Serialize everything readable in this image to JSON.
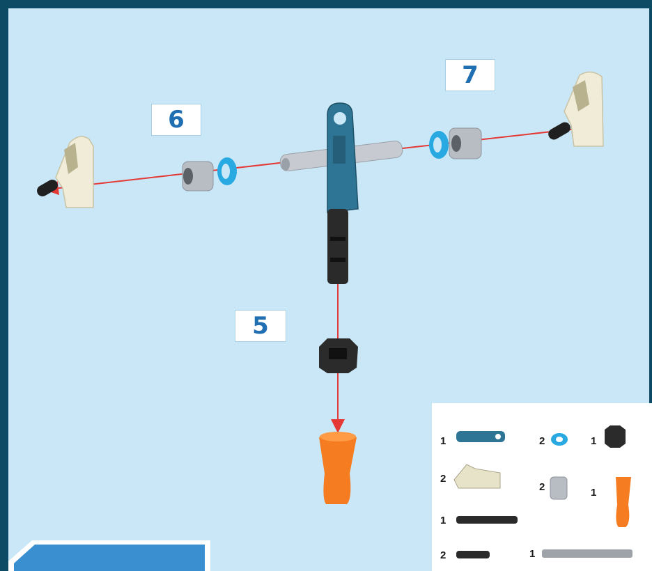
{
  "steps": {
    "five": "5",
    "six": "6",
    "seven": "7"
  },
  "parts_list": {
    "items": [
      {
        "qty": "1",
        "part": "blue-lever-icon"
      },
      {
        "qty": "2",
        "part": "blue-ring-icon"
      },
      {
        "qty": "1",
        "part": "black-nut-icon"
      },
      {
        "qty": "2",
        "part": "cream-connector-icon"
      },
      {
        "qty": "2",
        "part": "gray-bushing-icon"
      },
      {
        "qty": "1",
        "part": "orange-cone-icon"
      },
      {
        "qty": "1",
        "part": "long-black-pin-icon"
      },
      {
        "qty": "2",
        "part": "short-black-pin-icon"
      },
      {
        "qty": "1",
        "part": "long-gray-axle-icon"
      }
    ]
  },
  "colors": {
    "background": "#c9e7f7",
    "frame": "#0d4a63",
    "arrow": "#e53935",
    "step_number": "#1f6fb2",
    "blue_part": "#2e7494",
    "ring": "#29a9e1",
    "orange": "#f57c20",
    "cream": "#f0ecd8"
  }
}
